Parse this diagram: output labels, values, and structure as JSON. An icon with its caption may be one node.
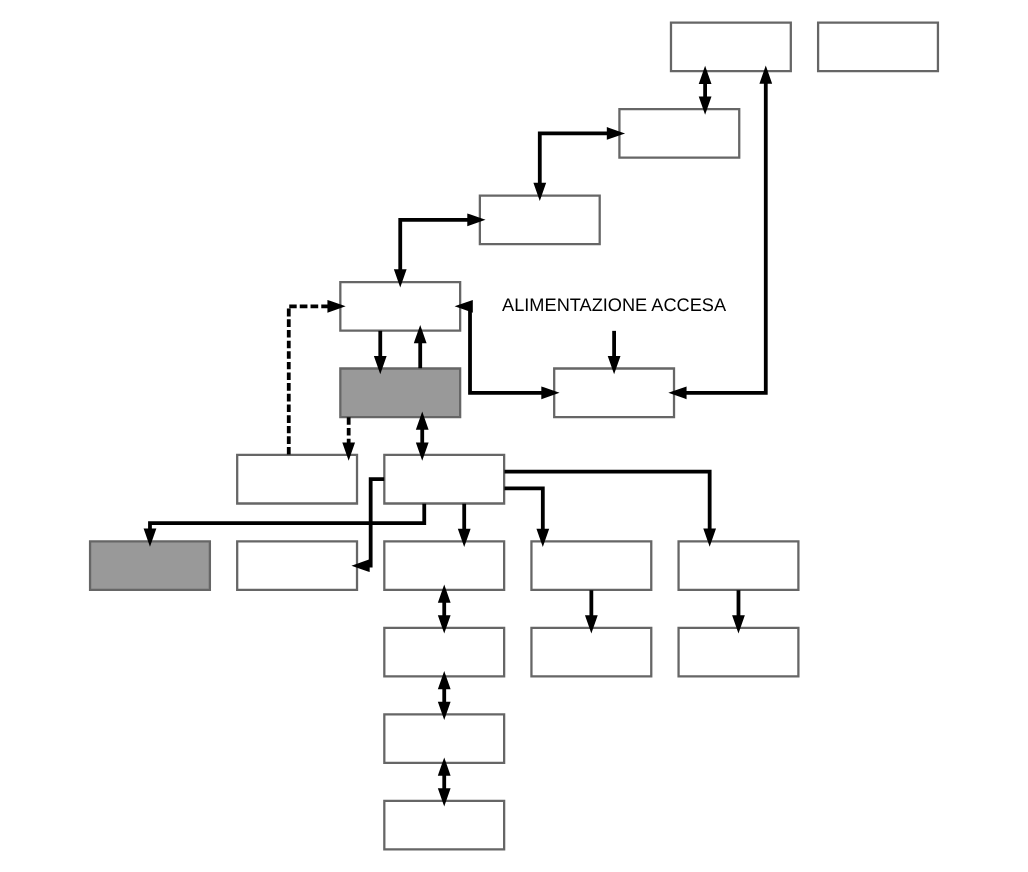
{
  "diagram": {
    "nodes": [
      {
        "text": [],
        "shape": "box"
      },
      {
        "text": [],
        "shape": "box"
      },
      {
        "text": [],
        "shape": "box"
      },
      {
        "text": [],
        "shape": "box"
      },
      {
        "text": [],
        "shape": "box"
      },
      {
        "text": [],
        "shape": "box"
      },
      {
        "text": [],
        "shape": "box"
      },
      {
        "text": [],
        "shape": "box"
      },
      {
        "text": [],
        "shape": "box"
      },
      {
        "text": [],
        "shape": "box"
      },
      {
        "text": [],
        "shape": "box"
      },
      {
        "text": [],
        "shape": "box"
      },
      {
        "text": [],
        "shape": "box"
      },
      {
        "text": [],
        "shape": "box"
      },
      {
        "text": [],
        "shape": "box"
      },
      {
        "text": [],
        "shape": "box"
      },
      {
        "text": [],
        "shape": "box"
      },
      {
        "text": [],
        "shape": "box"
      },
      {
        "text": [],
        "shape": "box"
      },
      {
        "text": [
          "ALIMENTAZIONE ACCESA"
        ]
      }
    ],
    "edges": [
      {
        "from": 0,
        "to": 1,
        "arrow": "both"
      },
      {
        "from": 1,
        "to": 2,
        "arrow": "both"
      },
      {
        "from": 2,
        "to": 3,
        "arrow": "both"
      },
      {
        "from": 3,
        "to": 4,
        "arrow": "both"
      },
      {
        "from": 4,
        "to": 0,
        "arrow": "both"
      },
      {
        "from": 5,
        "to": 3,
        "arrow": "to"
      },
      {
        "from": 3,
        "to": 5,
        "arrow": "to"
      },
      {
        "from": 6,
        "to": 3,
        "arrow": "to",
        "style": "dashed"
      },
      {
        "from": 5,
        "to": 6,
        "arrow": "to",
        "style": "dashed"
      },
      {
        "from": 5,
        "to": 7,
        "arrow": "both"
      },
      {
        "from": 7,
        "to": 8,
        "arrow": "to"
      },
      {
        "from": 7,
        "to": 9,
        "arrow": "to"
      },
      {
        "from": 7,
        "to": 10,
        "arrow": "to"
      },
      {
        "from": 7,
        "to": 11,
        "arrow": "to"
      },
      {
        "from": 7,
        "to": 12,
        "arrow": "to"
      },
      {
        "from": 10,
        "to": 13,
        "arrow": "both"
      },
      {
        "from": 11,
        "to": 14,
        "arrow": "to"
      },
      {
        "from": 12,
        "to": 15,
        "arrow": "to"
      },
      {
        "from": 13,
        "to": 16,
        "arrow": "both"
      },
      {
        "from": 16,
        "to": 17,
        "arrow": "both"
      },
      {
        "from": 19,
        "to": 4,
        "arrow": "to"
      }
    ]
  }
}
